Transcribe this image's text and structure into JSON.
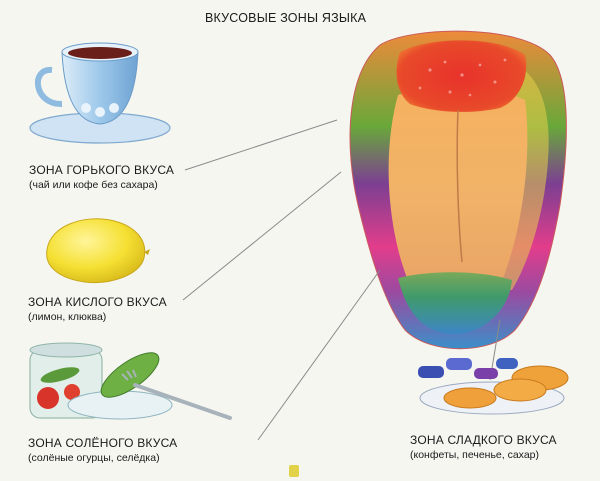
{
  "title": "ВКУСОВЫЕ ЗОНЫ ЯЗЫКА",
  "zones": {
    "bitter": {
      "label": "ЗОНА ГОРЬКОГО ВКУСА",
      "note": "(чай или кофе без сахара)",
      "icon": "tea-cup-icon",
      "color": "#4f9e3c"
    },
    "sour": {
      "label": "ЗОНА КИСЛОГО ВКУСА",
      "note": "(лимон, клюква)",
      "icon": "lemon-icon",
      "color": "#e43d8a"
    },
    "salty": {
      "label": "ЗОНА СОЛЁНОГО ВКУСА",
      "note": "(солёные огурцы, селёдка)",
      "icon": "pickles-jar-icon",
      "color": "#3b8fd4"
    },
    "sweet": {
      "label": "ЗОНА СЛАДКОГО ВКУСА",
      "note": "(конфеты, печенье, сахар)",
      "icon": "sweets-plate-icon",
      "color": "#e3322a"
    }
  },
  "colors": {
    "tongue_center": "#f2b56a",
    "tip_red": "#e3322a",
    "side_green": "#4f9e3c",
    "side_purple": "#8a3f8f",
    "lemon": "#f7e43c",
    "cup": "#a9cde8"
  }
}
